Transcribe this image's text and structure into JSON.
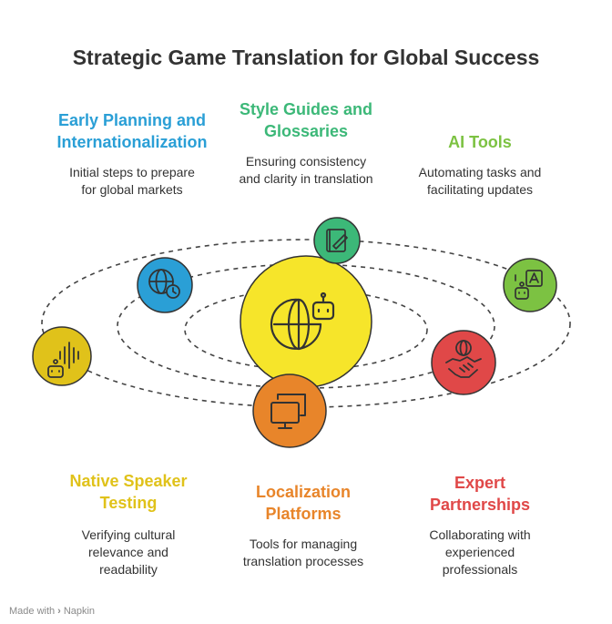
{
  "title": "Strategic Game Translation for Global Success",
  "items": [
    {
      "id": "early-planning",
      "label_lines": [
        "Early Planning and",
        "Internationalization"
      ],
      "desc_lines": [
        "Initial steps to prepare",
        "for global markets"
      ],
      "color": "#2a9fd6",
      "icon": "globe-clock-icon"
    },
    {
      "id": "style-guides",
      "label_lines": [
        "Style Guides and",
        "Glossaries"
      ],
      "desc_lines": [
        "Ensuring consistency",
        "and clarity in translation"
      ],
      "color": "#3cb878",
      "icon": "book-pencil-icon"
    },
    {
      "id": "ai-tools",
      "label_lines": [
        "AI Tools"
      ],
      "desc_lines": [
        "Automating tasks and",
        "facilitating updates"
      ],
      "color": "#7cc242",
      "icon": "robot-translate-icon"
    },
    {
      "id": "native-speaker",
      "label_lines": [
        "Native Speaker",
        "Testing"
      ],
      "desc_lines": [
        "Verifying cultural",
        "relevance and",
        "readability"
      ],
      "color": "#e0c21a",
      "icon": "robot-soundwave-icon"
    },
    {
      "id": "localization",
      "label_lines": [
        "Localization",
        "Platforms"
      ],
      "desc_lines": [
        "Tools for managing",
        "translation processes"
      ],
      "color": "#e8852a",
      "icon": "monitors-icon"
    },
    {
      "id": "expert",
      "label_lines": [
        "Expert",
        "Partnerships"
      ],
      "desc_lines": [
        "Collaborating with",
        "experienced",
        "professionals"
      ],
      "color": "#e04848",
      "icon": "handshake-globe-icon"
    }
  ],
  "center": {
    "icon": "globe-robot-icon",
    "color": "#f6e52a"
  },
  "footer": {
    "prefix": "Made with",
    "brand": "Napkin"
  }
}
